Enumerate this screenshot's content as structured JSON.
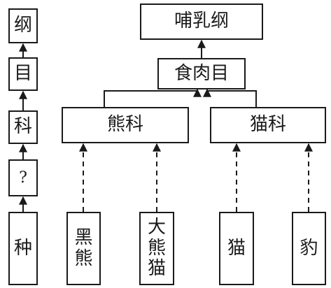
{
  "hierarchy": {
    "levels": [
      "纲",
      "目",
      "科",
      "?",
      "种"
    ]
  },
  "taxonomy": {
    "class": "哺乳纲",
    "order": "食肉目",
    "families": [
      "熊科",
      "猫科"
    ],
    "species": [
      "黑熊",
      "大熊猫",
      "猫",
      "豹"
    ]
  },
  "colors": {
    "stroke": "#1a1a1a",
    "background": "#ffffff"
  }
}
